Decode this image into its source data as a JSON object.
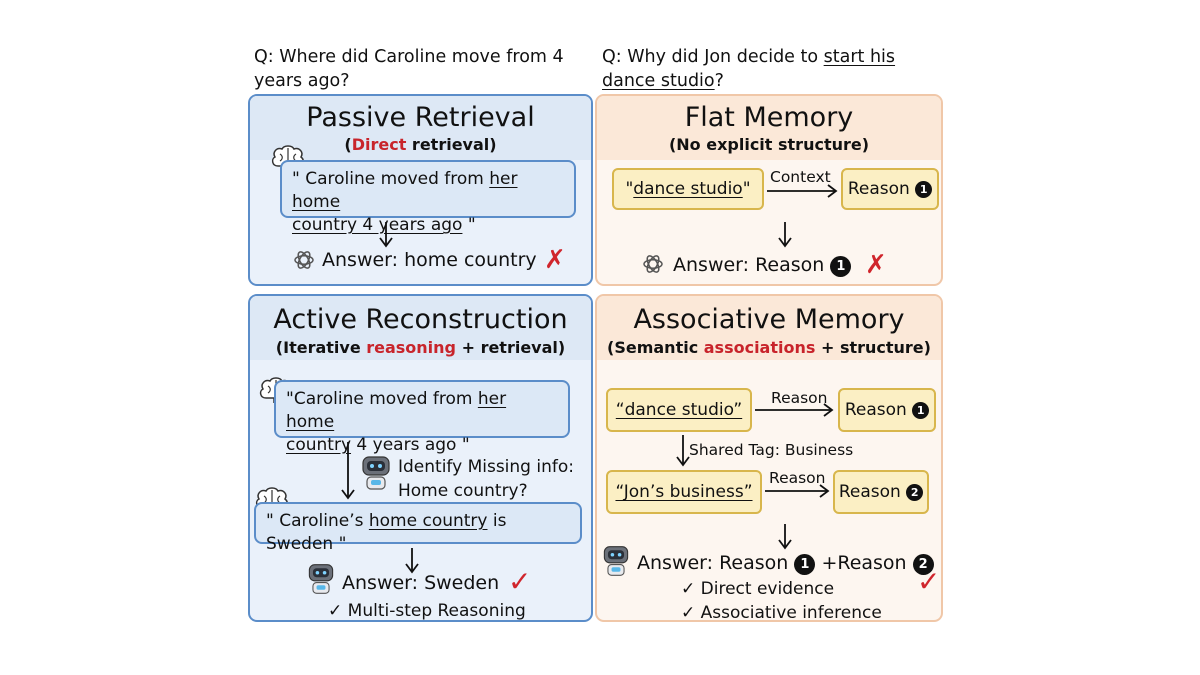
{
  "questions": {
    "left_prefix": "Q: Where did Caroline move from 4 years ago?",
    "right_prefix": "Q: Why did Jon decide to ",
    "right_underlined": "start his dance studio",
    "right_suffix": "?"
  },
  "passive": {
    "title": "Passive Retrieval",
    "subtitle_open": "(",
    "subtitle_red": "Direct",
    "subtitle_rest": " retrieval)",
    "quote_pre": "\" Caroline moved from ",
    "quote_u1": "her home",
    "quote_u2": "country 4 years ago",
    "quote_post": " \"",
    "answer": "Answer: home country",
    "result": "✗"
  },
  "flat": {
    "title": "Flat Memory",
    "subtitle": "(No explicit structure)",
    "node_pre": "\" ",
    "node_u": "dance studio",
    "node_post": "\"",
    "edge": "Context",
    "reason": "Reason",
    "reason_num": "1",
    "answer": "Answer: Reason",
    "answer_num": "1",
    "result": "✗"
  },
  "active": {
    "title": "Active Reconstruction",
    "subtitle_open": "(Iterative ",
    "subtitle_red": "reasoning",
    "subtitle_rest": " + retrieval)",
    "quote1_pre": "\"Caroline moved from ",
    "quote1_u1": "her home",
    "quote1_u2": "country",
    "quote1_post": " 4 years ago \"",
    "identify_line1": "Identify Missing info:",
    "identify_line2": "Home country?",
    "quote2_pre": "\" Caroline’s ",
    "quote2_u": "home country",
    "quote2_post": " is Sweden \"",
    "answer": "Answer: Sweden",
    "result": "✓",
    "note": "✓  Multi-step Reasoning"
  },
  "assoc": {
    "title": "Associative Memory",
    "subtitle_open": "(Semantic ",
    "subtitle_red": "associations",
    "subtitle_rest": " + structure)",
    "node1": "“dance studio”",
    "edge1": "Reason",
    "reason1": "Reason",
    "reason1_num": "1",
    "shared_tag": "Shared Tag: Business",
    "node2": "“Jon’s business”",
    "edge2": "Reason",
    "reason2": "Reason",
    "reason2_num": "2",
    "answer_a": "Answer: Reason",
    "answer_num1": "1",
    "answer_b": "+Reason",
    "answer_num2": "2",
    "note1": "✓  Direct evidence",
    "note2": "✓  Associative inference",
    "result": "✓"
  },
  "icons": [
    "brain-icon",
    "openai-logo-icon",
    "robot-icon",
    "arrow-icon"
  ],
  "colors": {
    "blue_border": "#5b8dc9",
    "orange_border": "#f0c7a8",
    "red": "#c8242b",
    "yellow_node": "#fbefc4"
  }
}
